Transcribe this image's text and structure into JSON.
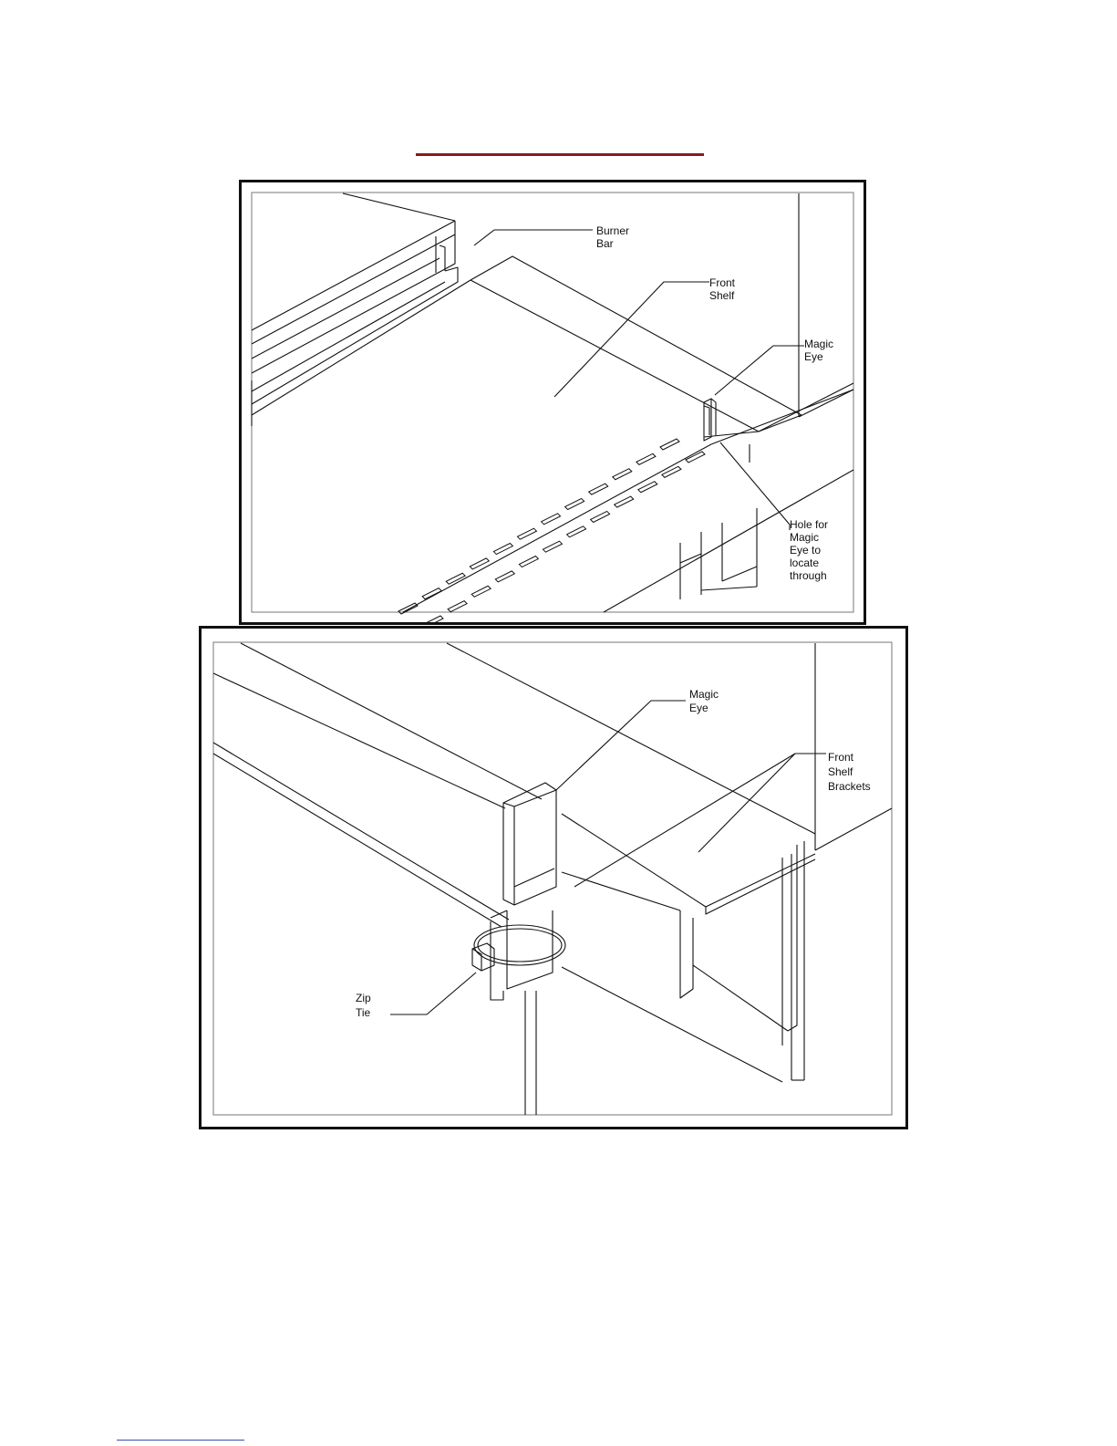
{
  "diagram": {
    "top_panel": {
      "labels": {
        "burner_bar": [
          "Burner",
          "Bar"
        ],
        "front_shelf": [
          "Front",
          "Shelf"
        ],
        "magic_eye": [
          "Magic",
          "Eye"
        ],
        "hole": [
          "Hole for",
          "Magic",
          "Eye to",
          "locate",
          "through"
        ]
      }
    },
    "bottom_panel": {
      "labels": {
        "magic_eye": [
          "Magic",
          "Eye"
        ],
        "brackets": [
          "Front",
          "Shelf",
          "Brackets"
        ],
        "zip_tie": [
          "Zip",
          "Tie"
        ]
      }
    }
  },
  "colors": {
    "title_rule": "#8b1a1a",
    "footer_rule": "#3a4fb0",
    "line": "#111111"
  }
}
